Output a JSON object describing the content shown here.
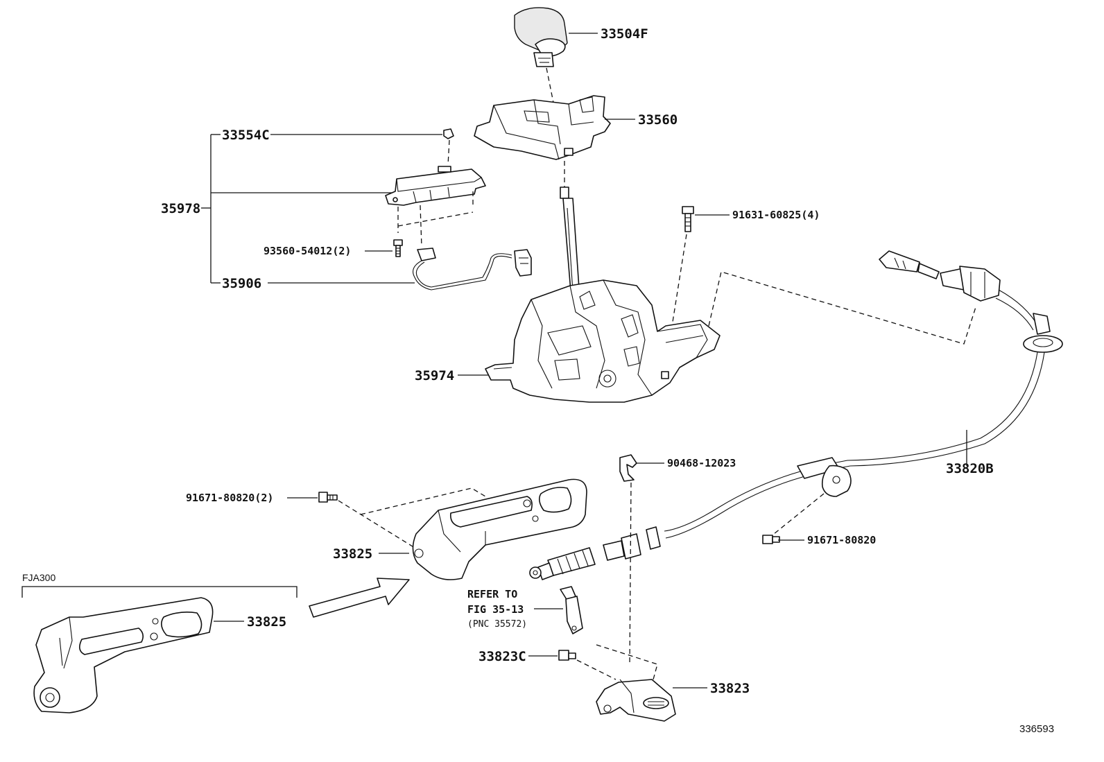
{
  "labels": {
    "p33504F": "33504F",
    "p33560": "33560",
    "p33554C": "33554C",
    "p35978": "35978",
    "p93560": "93560-54012(2)",
    "p35906": "35906",
    "p91631": "91631-60825(4)",
    "p35974": "35974",
    "p33820B": "33820B",
    "p90468": "90468-12023",
    "p91671a": "91671-80820(2)",
    "p33825a": "33825",
    "p91671b": "91671-80820",
    "p33825b": "33825",
    "p33823C": "33823C",
    "p33823": "33823"
  },
  "refer": {
    "line1": "REFER TO",
    "line2": "FIG 35-13",
    "line3": "(PNC 35572)"
  },
  "variant_note": "FJA300",
  "figure_number": "336593"
}
